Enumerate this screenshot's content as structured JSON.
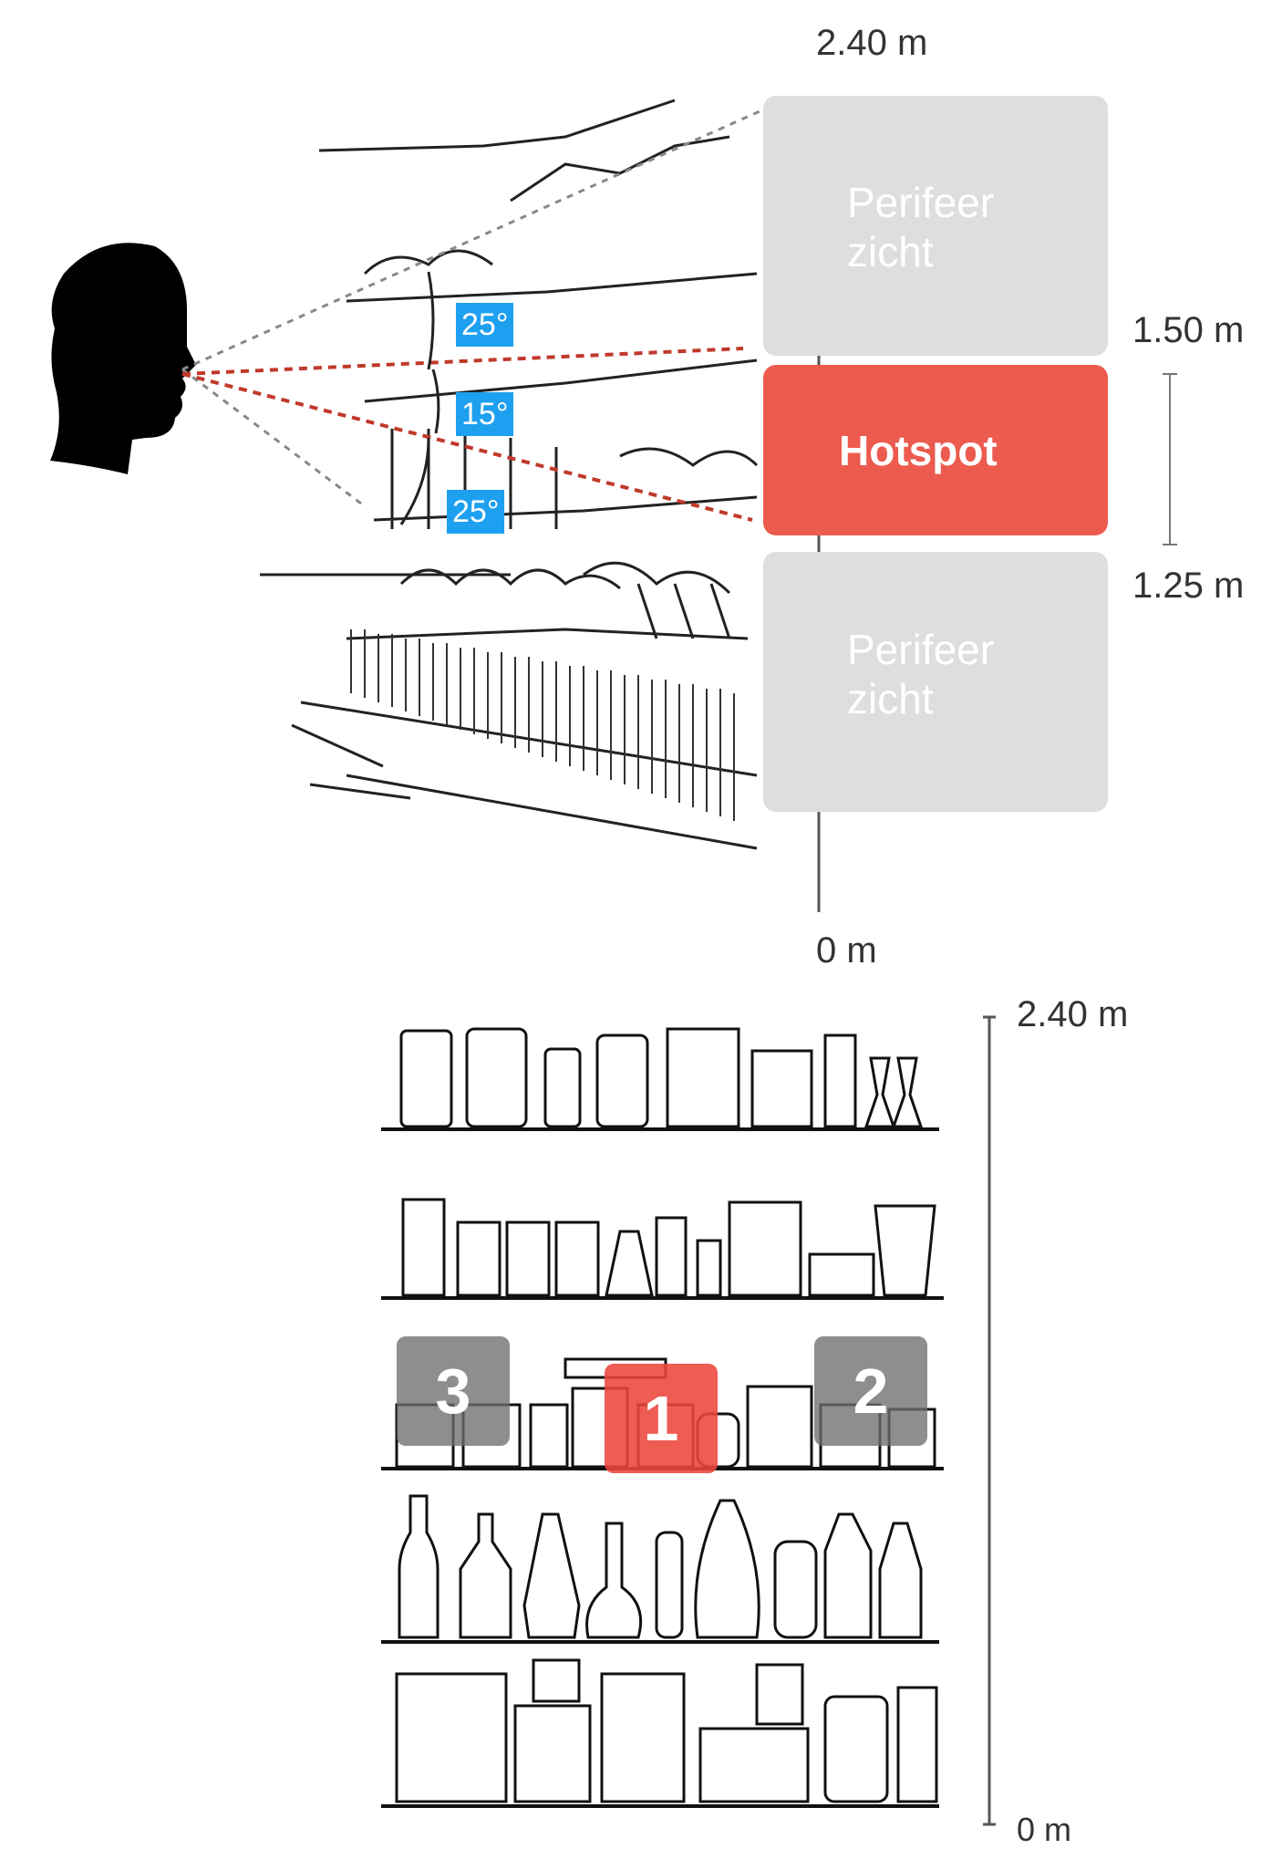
{
  "top": {
    "height_top": "2.40 m",
    "height_bottom": "0 m",
    "hotspot_top": "1.50 m",
    "hotspot_bottom": "1.25 m",
    "zones": {
      "upper": "Perifeer zicht",
      "middle": "Hotspot",
      "lower": "Perifeer zicht"
    },
    "angles": [
      "25°",
      "15°",
      "25°"
    ]
  },
  "bottom": {
    "height_top": "2.40 m",
    "height_bottom": "0 m",
    "markers": [
      "1",
      "2",
      "3"
    ]
  },
  "colors": {
    "hotspot": "#ec5b4e",
    "peripheral": "#dedede",
    "angle_badge": "#1ea0f0",
    "sightline": "#c0392b"
  }
}
